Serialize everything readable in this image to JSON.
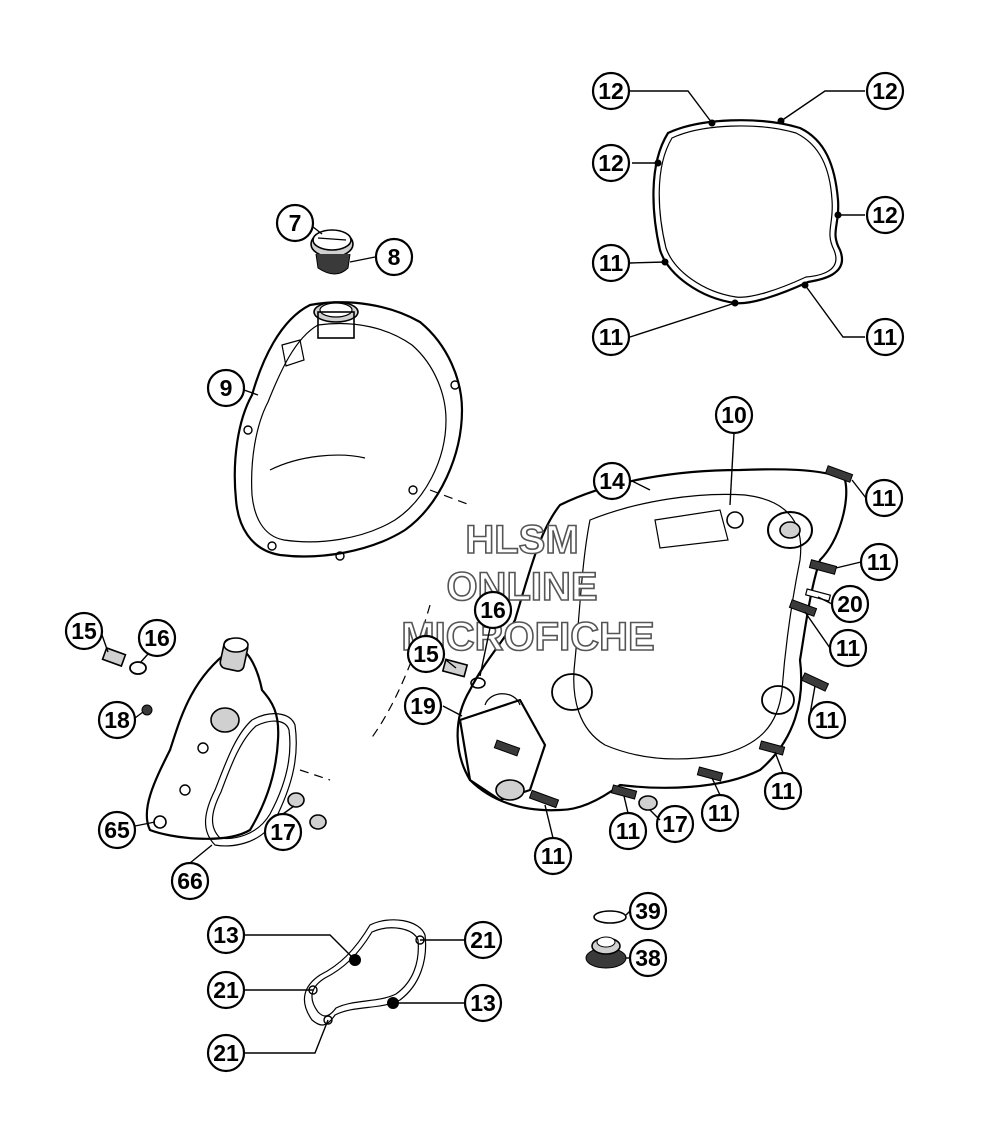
{
  "watermark": {
    "line1": "HLSM",
    "line2": "ONLINE",
    "line3": "MICROFICHE"
  },
  "callouts": {
    "c12a": "12",
    "c12b": "12",
    "c12c": "12",
    "c12d": "12",
    "c11a": "11",
    "c11b": "11",
    "c7": "7",
    "c8": "8",
    "c9": "9",
    "c10": "10",
    "c14": "14",
    "c11c": "11",
    "c11d": "11",
    "c20": "20",
    "c11e": "11",
    "c11f": "11",
    "c11g": "11",
    "c11h": "11",
    "c11i": "11",
    "c11j": "11",
    "c17a": "17",
    "c16a": "16",
    "c15a": "15",
    "c19": "19",
    "c15b": "15",
    "c16b": "16",
    "c18": "18",
    "c65": "65",
    "c17b": "17",
    "c66": "66",
    "c39": "39",
    "c38": "38",
    "c13a": "13",
    "c21a": "21",
    "c21b": "21",
    "c13b": "13",
    "c21c": "21"
  }
}
